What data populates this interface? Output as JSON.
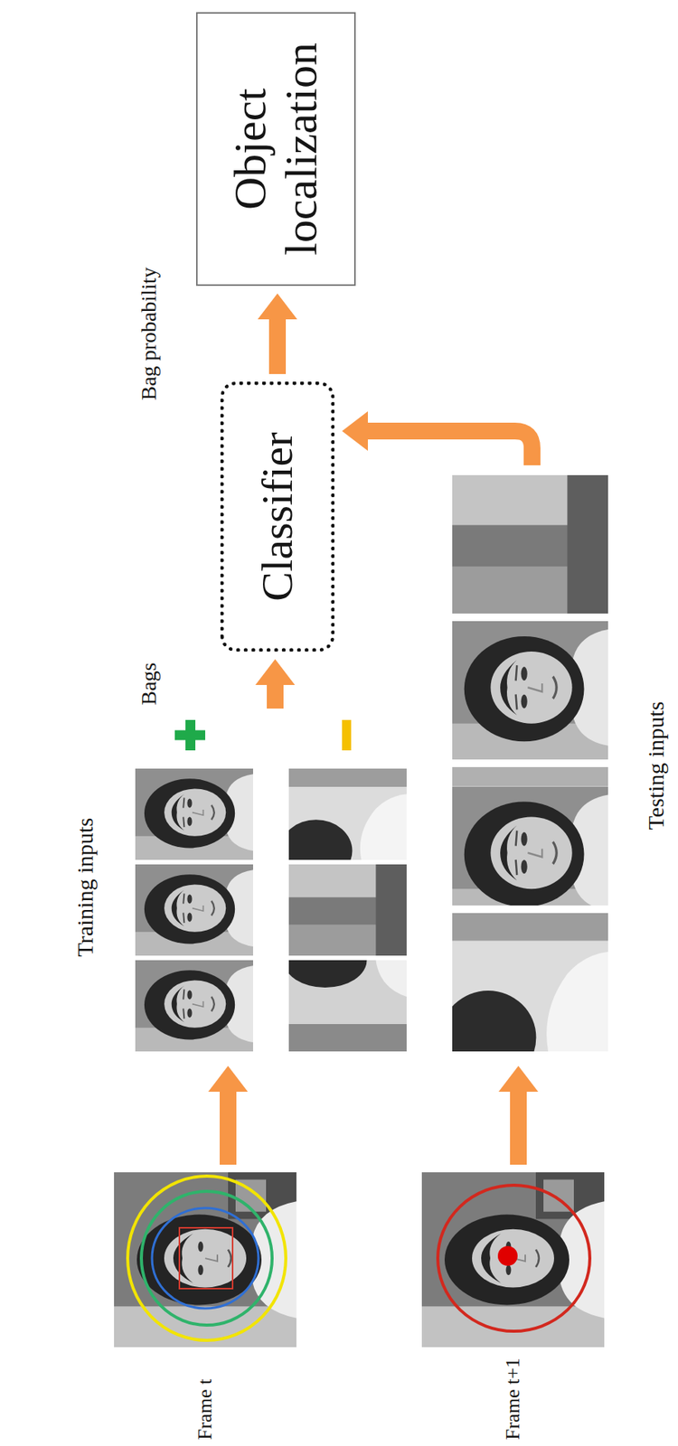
{
  "diagram": {
    "nodes": [
      {
        "text": [
          "Frame t"
        ]
      },
      {
        "text": [
          "Training inputs"
        ]
      },
      {
        "text": [
          "Classifier"
        ]
      },
      {
        "text": [
          "Object localization"
        ]
      },
      {
        "text": [
          "Frame t+1"
        ]
      },
      {
        "text": [
          "Testing inputs"
        ]
      }
    ],
    "edges": [
      {
        "from": 0,
        "to": 1,
        "arrow": "to"
      },
      {
        "from": 1,
        "to": 2,
        "arrow": "to",
        "label": "Bags"
      },
      {
        "from": 2,
        "to": 3,
        "arrow": "to",
        "label": "Bag probability"
      },
      {
        "from": 4,
        "to": 5,
        "arrow": "to"
      },
      {
        "from": 5,
        "to": 2,
        "arrow": "to"
      }
    ]
  }
}
